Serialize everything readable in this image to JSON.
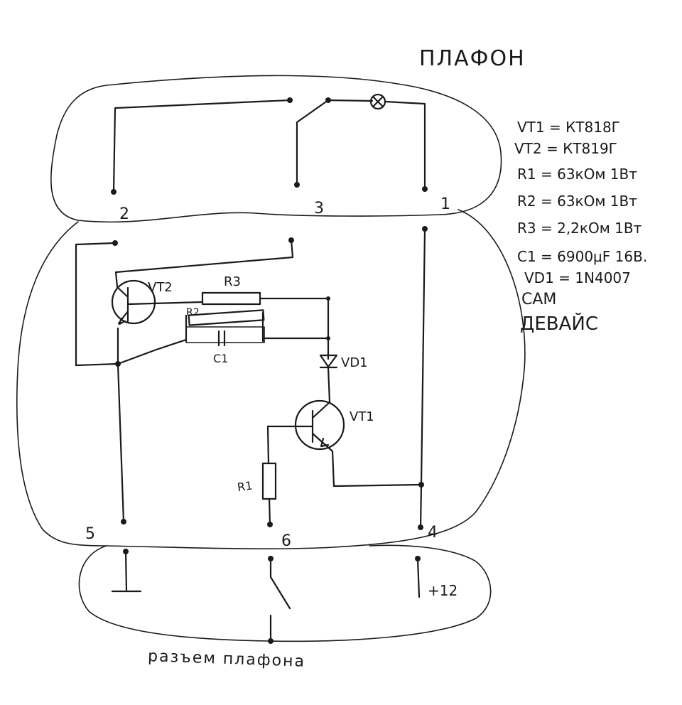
{
  "title": "ПЛАФОН",
  "connector_label": "разъем плафона",
  "device_label": "САМ ДЕВАЙС",
  "device_line1": "САМ",
  "device_line2": "ДЕВАЙС",
  "specs": [
    "VT1 = КТ818Г",
    "VT2 = КТ819Г",
    "R1 = 63кОм 1Вт",
    "R2 = 63кОм 1Вт",
    "R3 = 2,2кОм 1Вт",
    "C1 = 6900μF 16В.",
    "VD1 = 1N4007"
  ],
  "terminals": {
    "t1": "1",
    "t2": "2",
    "t3": "3",
    "t4": "4",
    "t5": "5",
    "t6": "6"
  },
  "components": {
    "vt1": "VT1",
    "vt2": "VT2",
    "r1": "R1",
    "r2": "R2",
    "r3": "R3",
    "c1": "C1",
    "vd1": "VD1"
  },
  "supply": "+12"
}
